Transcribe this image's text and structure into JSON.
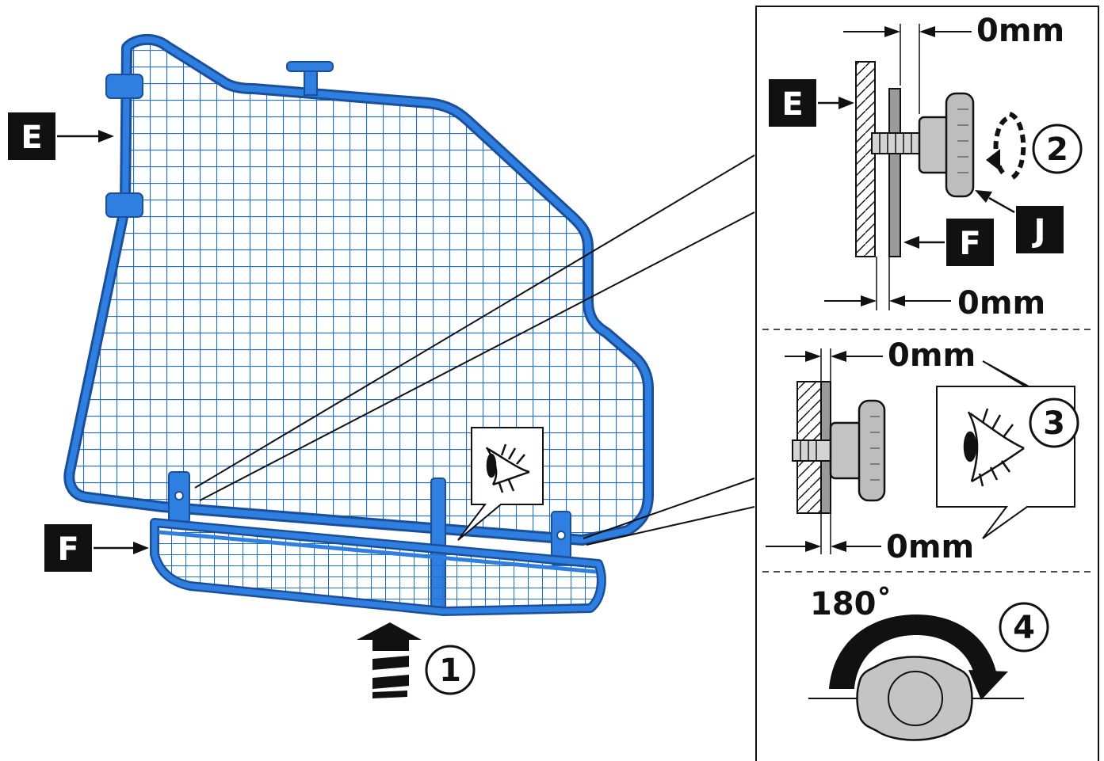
{
  "labels": {
    "grille_main": "E",
    "grille_bottom": "F",
    "detail_wall": "E",
    "detail_plate": "F",
    "detail_knob": "J"
  },
  "steps": {
    "one": "1",
    "two": "2",
    "three": "3",
    "four": "4"
  },
  "dimensions": {
    "top_gap": "0mm",
    "bottom_gap": "0mm",
    "check_top": "0mm",
    "check_bottom": "0mm",
    "rotation": "180˚"
  },
  "colors": {
    "grille_blue": "#1f6fd1",
    "grille_light": "#5fa0ee",
    "ink": "#111111",
    "knob_gray": "#b9b9b9"
  },
  "icons": {
    "eye": "eye-icon",
    "push_up": "up-arrow-icon",
    "tighten": "rotate-arrow-icon",
    "turn": "curved-arrow-icon"
  }
}
